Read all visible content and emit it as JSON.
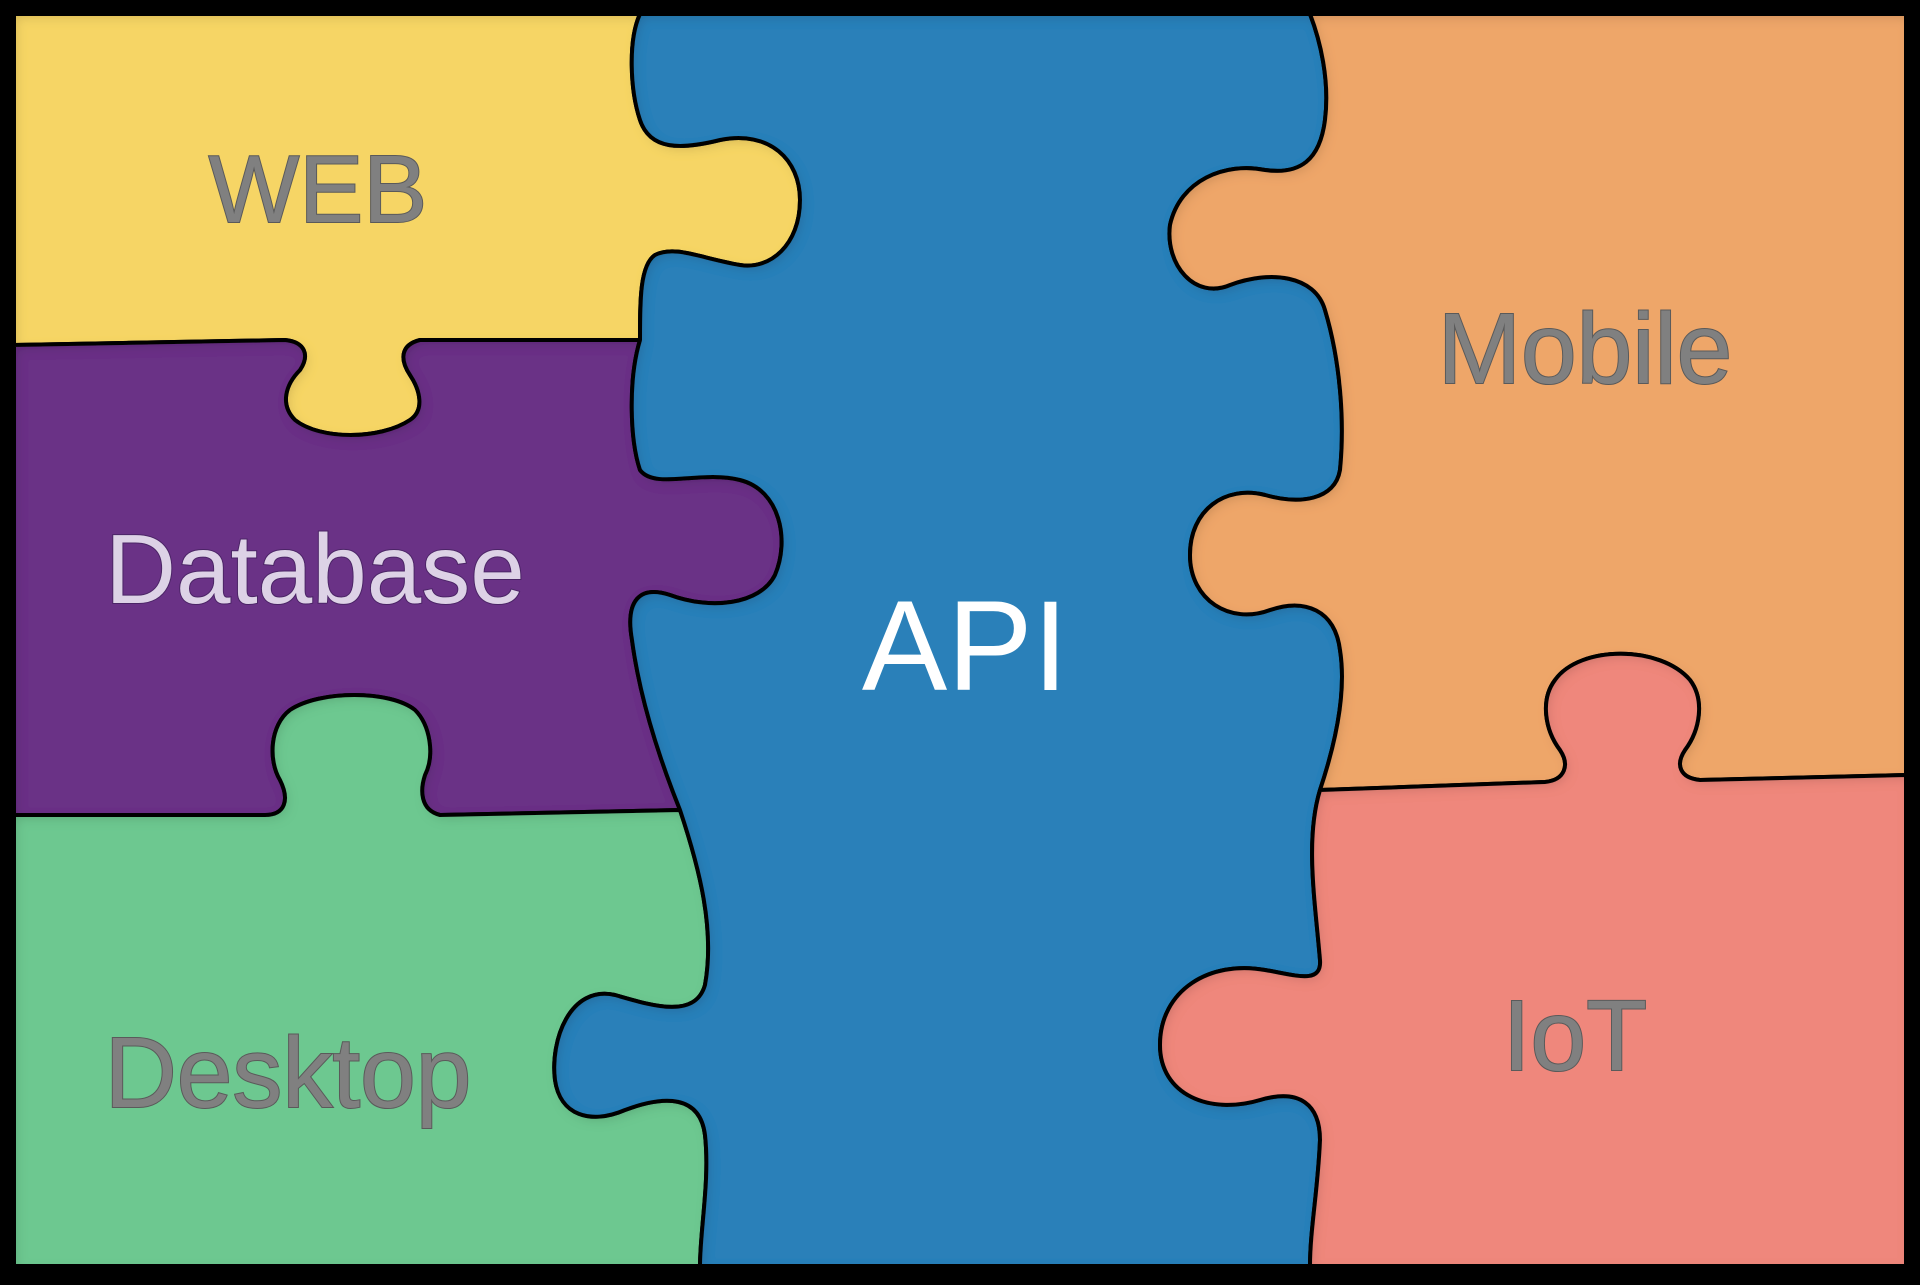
{
  "pieces": {
    "web": {
      "label": "WEB",
      "color": "#f6d565"
    },
    "database": {
      "label": "Database",
      "color": "#6a3386"
    },
    "desktop": {
      "label": "Desktop",
      "color": "#6dc890"
    },
    "api": {
      "label": "API",
      "color": "#2980b9"
    },
    "mobile": {
      "label": "Mobile",
      "color": "#eea669"
    },
    "iot": {
      "label": "IoT",
      "color": "#ef877c"
    }
  },
  "frame_color": "#000000",
  "outline_color": "#111111"
}
